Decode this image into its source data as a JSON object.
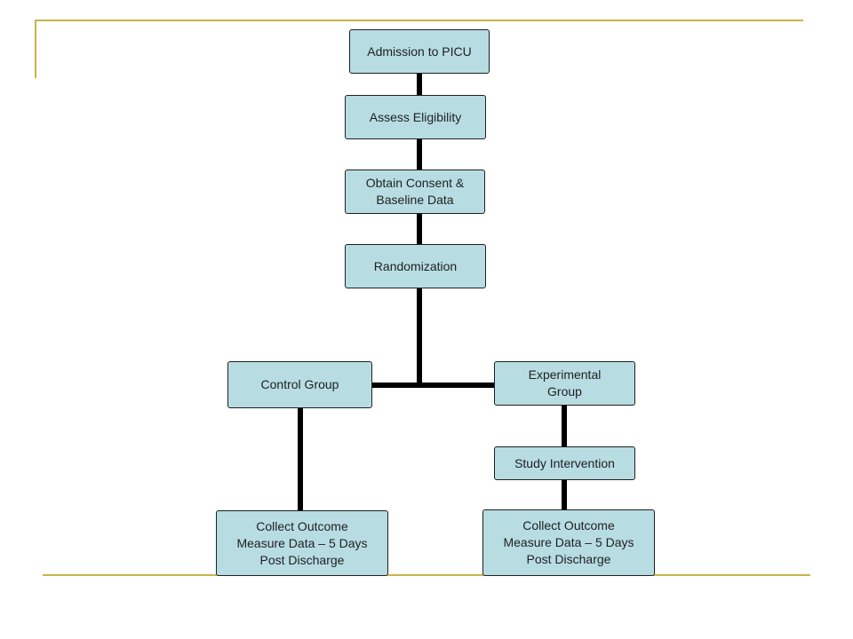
{
  "theme": {
    "rule_color": "#c8b44a",
    "box_fill": "#b7dde3",
    "connector_color": "#000000"
  },
  "flowchart": {
    "admission": "Admission to PICU",
    "eligibility": "Assess Eligibility",
    "consent": "Obtain Consent &\nBaseline Data",
    "randomization": "Randomization",
    "control": "Control Group",
    "experimental": "Experimental\nGroup",
    "intervention": "Study Intervention",
    "outcome_control": "Collect Outcome\nMeasure Data – 5 Days\nPost Discharge",
    "outcome_experimental": "Collect Outcome\nMeasure Data – 5 Days\nPost Discharge"
  }
}
